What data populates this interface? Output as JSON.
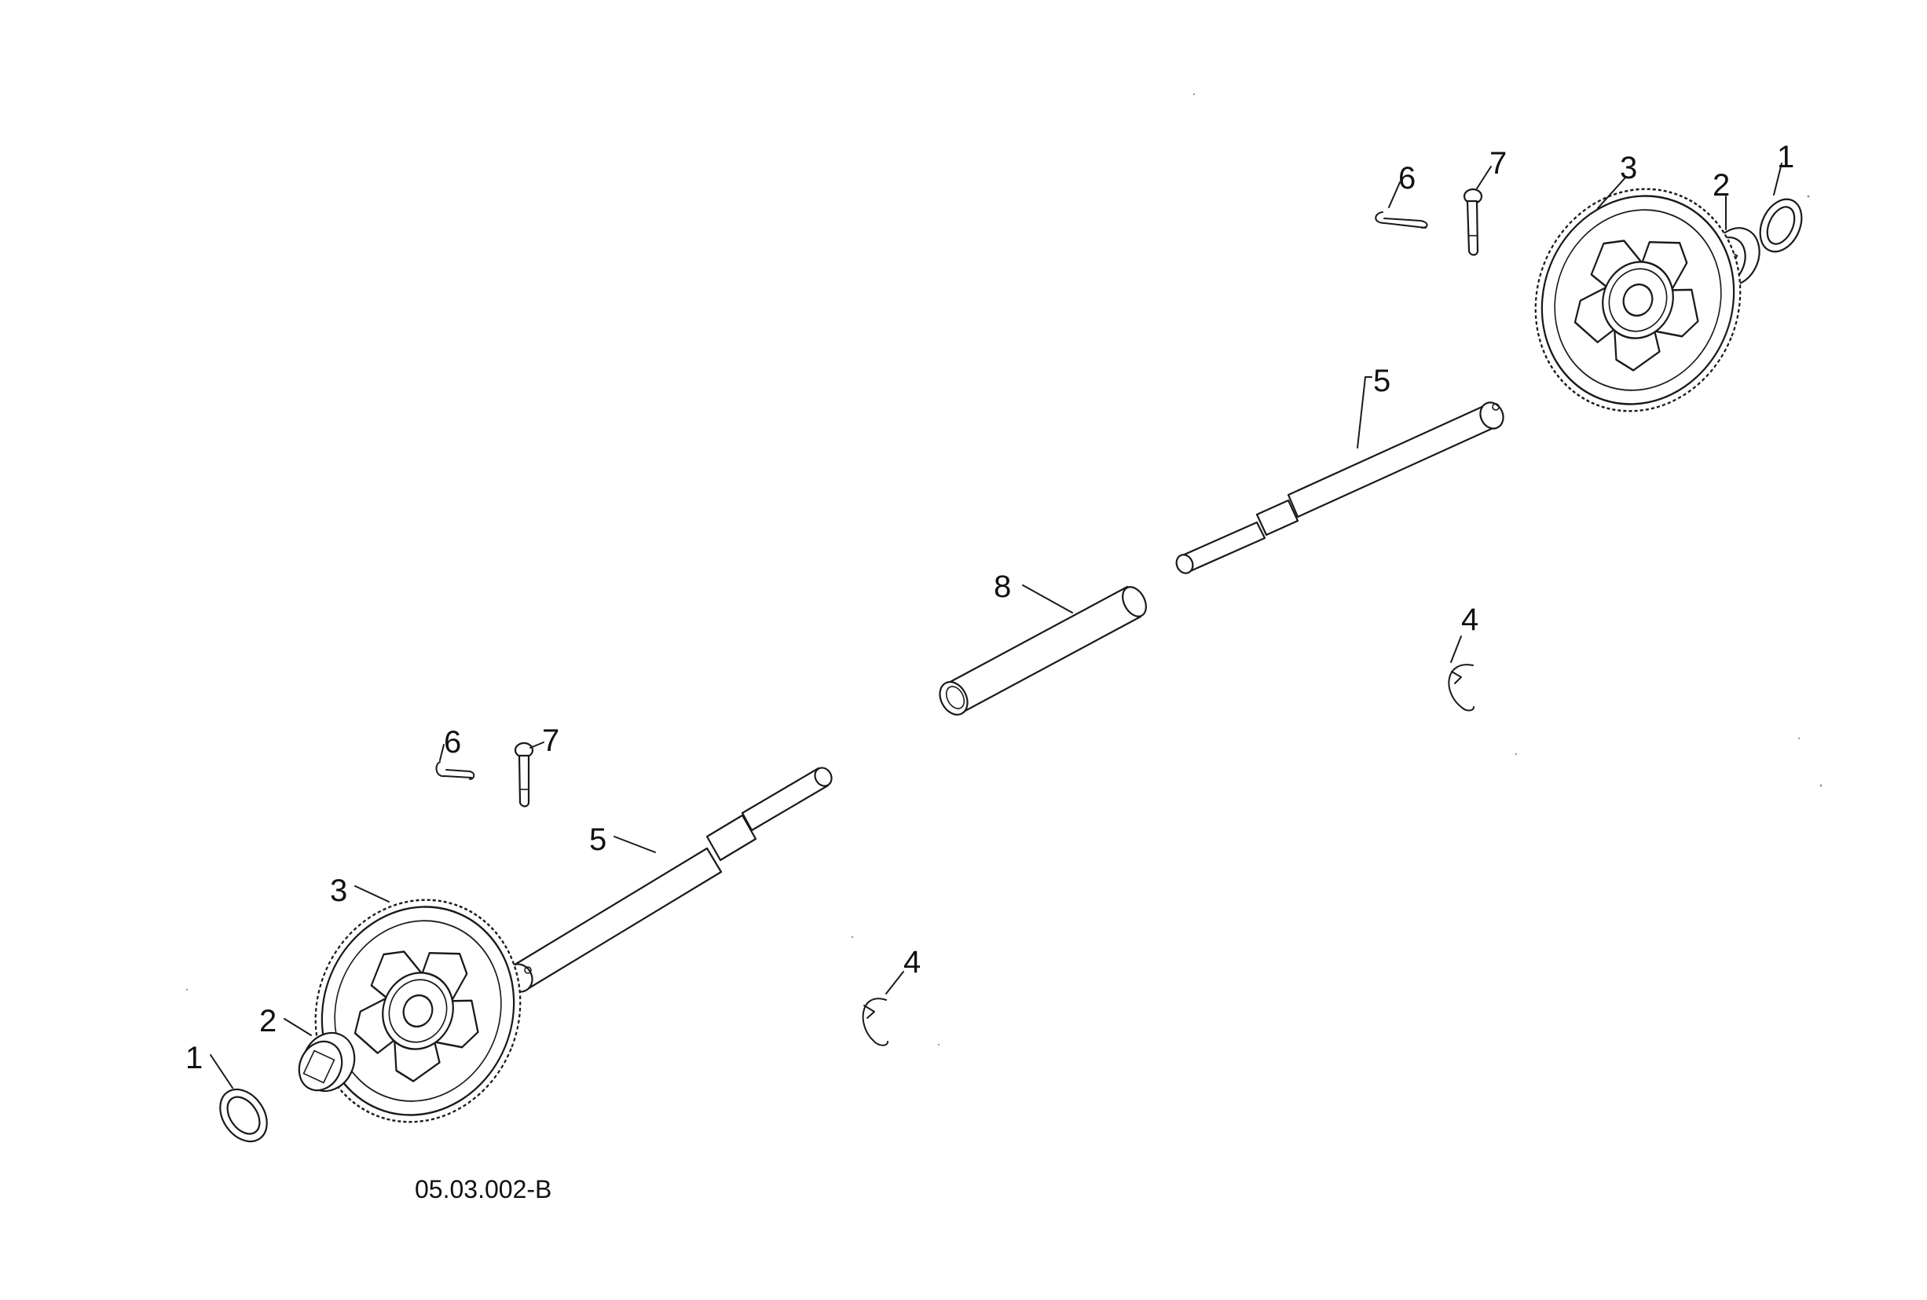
{
  "diagram": {
    "figure_code": "05.03.002-B",
    "callouts": {
      "right_1": "1",
      "right_2": "2",
      "right_3": "3",
      "right_6": "6",
      "right_7": "7",
      "right_5": "5",
      "right_4": "4",
      "center_8": "8",
      "left_6": "6",
      "left_7": "7",
      "left_5": "5",
      "left_3": "3",
      "left_4": "4",
      "left_2": "2",
      "left_1": "1"
    }
  }
}
